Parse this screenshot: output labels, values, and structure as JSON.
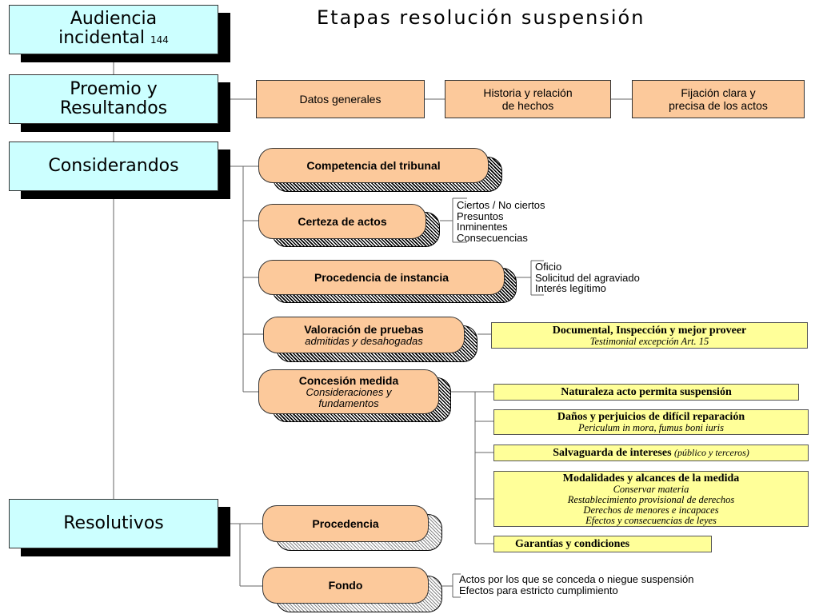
{
  "title": "Etapas  resolución  suspensión",
  "sections": {
    "audiencia": {
      "line1": "Audiencia",
      "line2": "incidental",
      "number": "144"
    },
    "proemio": {
      "line1": "Proemio y",
      "line2": "Resultandos"
    },
    "considerandos": {
      "label": "Considerandos"
    },
    "resolutivos": {
      "label": "Resolutivos"
    }
  },
  "proemio_steps": [
    {
      "line1": "Datos generales",
      "line2": ""
    },
    {
      "line1": "Historia y relación",
      "line2": "de hechos"
    },
    {
      "line1": "Fijación clara y",
      "line2": "precisa de los actos"
    }
  ],
  "considerandos_items": {
    "competencia": {
      "label": "Competencia del tribunal"
    },
    "certeza": {
      "label": "Certeza de actos",
      "details": [
        "Ciertos / No ciertos",
        "Presuntos",
        "Inminentes",
        "Consecuencias"
      ]
    },
    "procedencia_instancia": {
      "label": "Procedencia de instancia",
      "details": [
        "Oficio",
        "Solicitud del agraviado",
        "Interés legítimo"
      ]
    },
    "valoracion": {
      "label": "Valoración de pruebas",
      "sub": "admitidas y desahogadas",
      "box_title": "Documental, Inspección y mejor proveer",
      "box_sub": "Testimonial excepción Art. 15"
    },
    "concesion": {
      "label": "Concesión medida",
      "sub1": "Consideraciones y",
      "sub2": "fundamentos"
    }
  },
  "concesion_boxes": {
    "naturaleza": {
      "title": "Naturaleza acto permita suspensión"
    },
    "danos": {
      "title": "Daños y perjuicios de difícil reparación",
      "sub": "Periculum in mora, fumus boni iuris"
    },
    "salvaguarda": {
      "title": "Salvaguarda de intereses",
      "paren": "(público y terceros)"
    },
    "modalidades": {
      "title": "Modalidades y alcances de la medida",
      "items": [
        "Conservar materia",
        "Restablecimiento provisional de derechos",
        "Derechos de menores e incapaces",
        "Efectos y consecuencias de leyes"
      ]
    },
    "garantias": {
      "title": "Garantías y condiciones"
    }
  },
  "resolutivos_items": {
    "procedencia": {
      "label": "Procedencia"
    },
    "fondo": {
      "label": "Fondo",
      "details": [
        "Actos por los que se conceda o niegue suspensión",
        "Efectos para estricto cumplimiento"
      ]
    }
  }
}
